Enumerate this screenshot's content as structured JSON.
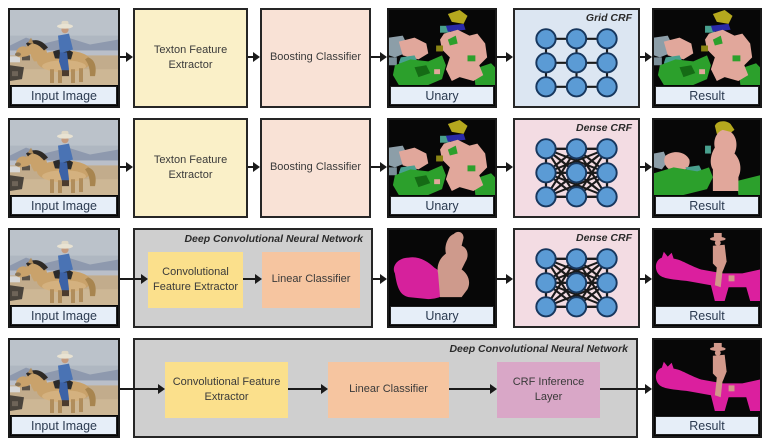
{
  "diagram": {
    "rows": [
      {
        "input_label": "Input Image",
        "stages": [
          {
            "label": "Texton Feature Extractor"
          },
          {
            "label": "Boosting Classifier"
          }
        ],
        "unary_label": "Unary",
        "crf_label": "Grid CRF",
        "crf_type": "grid",
        "result_label": "Result"
      },
      {
        "input_label": "Input Image",
        "stages": [
          {
            "label": "Texton Feature Extractor"
          },
          {
            "label": "Boosting Classifier"
          }
        ],
        "unary_label": "Unary",
        "crf_label": "Dense CRF",
        "crf_type": "dense",
        "result_label": "Result"
      },
      {
        "input_label": "Input Image",
        "container_label": "Deep Convolutional Neural Network",
        "stages": [
          {
            "label": "Convolutional Feature Extractor"
          },
          {
            "label": "Linear Classifier"
          }
        ],
        "unary_label": "Unary",
        "crf_label": "Dense CRF",
        "crf_type": "dense",
        "result_label": "Result"
      },
      {
        "input_label": "Input Image",
        "container_label": "Deep Convolutional Neural Network",
        "stages": [
          {
            "label": "Convolutional Feature Extractor"
          },
          {
            "label": "Linear Classifier"
          },
          {
            "label": "CRF Inference Layer"
          }
        ],
        "result_label": "Result"
      }
    ],
    "colors": {
      "texton_box": "#FAF0C8",
      "boosting_box": "#F9E2D6",
      "grid_crf_bg": "#DCE6F2",
      "dense_crf_bg": "#F3DCE3",
      "node_fill": "#5B9BD5",
      "node_stroke": "#17375E",
      "dcnn_bg": "#CFCFCF",
      "conv_box": "#FBE08C",
      "linear_box": "#F6C5A0",
      "crf_layer_box": "#D9A7C7",
      "caption_band": "#E6EEF8",
      "segment_magenta": "#DB1F9E",
      "segment_salmon": "#E1A79B",
      "segment_green": "#2CA02C"
    }
  }
}
